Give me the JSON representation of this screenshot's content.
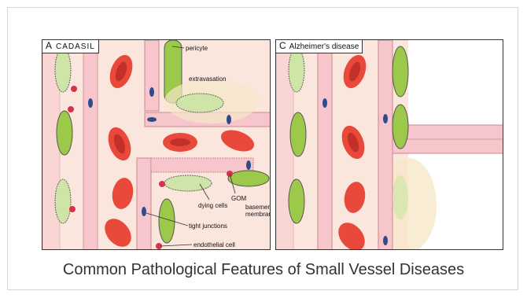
{
  "panel_a": {
    "letter": "A",
    "title": "CADASIL",
    "labels": {
      "pericyte": "pericyte",
      "extravasation": "extravasation",
      "gom": "GOM",
      "dying_cells": "dying cells",
      "basement_membrane_1": "basement",
      "basement_membrane_2": "membran",
      "tight_junctions": "tight junctions",
      "endothelial_cell": "endothelial cell"
    }
  },
  "panel_c": {
    "letter": "C",
    "title": "Alzheimer's disease"
  },
  "caption": "Common Pathological Features of Small Vessel Diseases",
  "colors": {
    "tissue": "#fbe6dd",
    "vessel_wall": "#f6c6cc",
    "red_cell": "#e8493a",
    "pericyte": "#9cc94a",
    "junction": "#2f4b8a"
  }
}
